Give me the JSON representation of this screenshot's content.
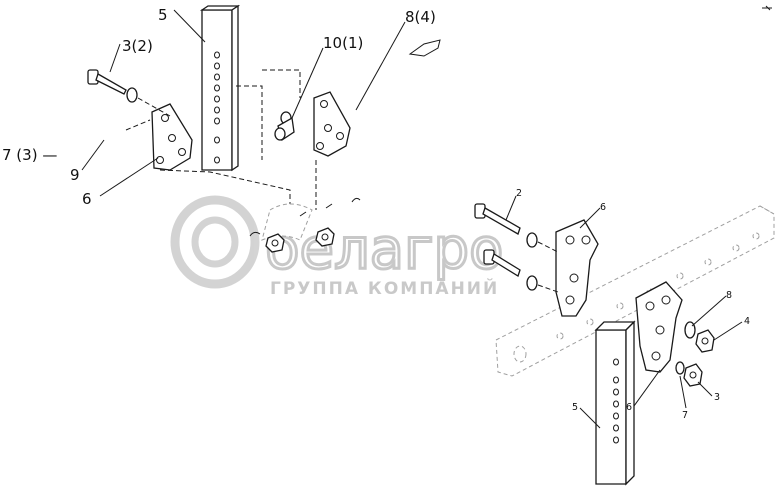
{
  "labels_left": {
    "part_5": "5",
    "part_3_2": "3(2)",
    "part_10_1": "10(1)",
    "part_8_4": "8(4)",
    "part_7_3": "7 (3) —",
    "part_9": "9",
    "part_6": "6"
  },
  "labels_right": {
    "part_2": "2",
    "part_6_top": "6",
    "part_6_bottom": "6",
    "part_8": "8",
    "part_4": "4",
    "part_3": "3",
    "part_7": "7",
    "part_5": "5"
  },
  "watermark": {
    "brand": "белагро",
    "tagline": "ГРУППА КОМПАНИЙ"
  },
  "colors": {
    "line": "#1a1a1a",
    "watermark": "#c9c9c9",
    "background": "#ffffff"
  }
}
